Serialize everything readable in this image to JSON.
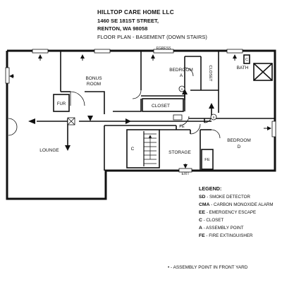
{
  "header": {
    "name": "HILLTOP CARE HOME LLC",
    "street": "1460 SE 181ST STREET,",
    "city": "RENTON, WA 98058",
    "subtitle": "FLOOR PLAN - BASEMENT (DOWN STAIRS)"
  },
  "rooms": {
    "bonus_line1": "BONUS",
    "bonus_line2": "ROOM",
    "bedroom_a_line1": "BEDROOM",
    "bedroom_a_line2": "A",
    "closet_vertical": "CLOSET",
    "bath": "BATH",
    "bath_c": "C",
    "fur": "FUR",
    "closet": "CLOSET",
    "lounge": "LOUNGE",
    "storage": "STORAGE",
    "bedroom_d_line1": "BEDROOM",
    "bedroom_d_line2": "D",
    "c_stair": "C",
    "fe_storage": "FE",
    "fe_hall": "FE"
  },
  "markers": {
    "egress": "EGRESS",
    "exit": "EXIT",
    "hall_circle": "S",
    "bedroom_a_circle": "A"
  },
  "legend": {
    "title": "LEGEND:",
    "items": [
      {
        "code": "SD",
        "desc": "- SMOKE DETECTOR"
      },
      {
        "code": "CMA",
        "desc": "- CARBON MONOXIDE ALARM"
      },
      {
        "code": "EE",
        "desc": "- EMERGENCY ESCAPE"
      },
      {
        "code": "C",
        "desc": "- CLOSET"
      },
      {
        "code": "A",
        "desc": "- ASSEMBLY POINT"
      },
      {
        "code": "FE",
        "desc": "- FIRE EXTINGUISHER"
      }
    ]
  },
  "footnote": {
    "bullet": "•",
    "text": "- ASSEMBLY POINT IN FRONT YARD"
  }
}
